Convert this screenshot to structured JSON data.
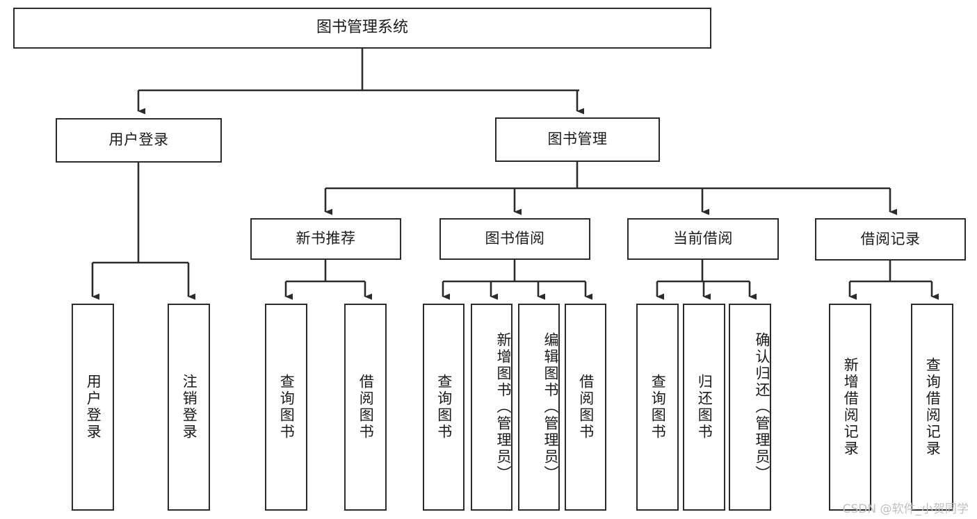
{
  "diagram": {
    "title": "图书管理系统",
    "watermark": "CSDN @软件_小贺同学",
    "stroke_color": "#2b2b2b",
    "fill_color": "#ffffff",
    "text_color": "#1a1a1a",
    "watermark_color": "#bfbfbf",
    "levels": {
      "root": {
        "label": "图书管理系统"
      },
      "level2": [
        {
          "id": "user-login",
          "label": "用户登录"
        },
        {
          "id": "book-manage",
          "label": "图书管理"
        }
      ],
      "level3": [
        {
          "id": "new-book-recommend",
          "label": "新书推荐",
          "parent": "book-manage"
        },
        {
          "id": "book-borrow",
          "label": "图书借阅",
          "parent": "book-manage"
        },
        {
          "id": "current-borrow",
          "label": "当前借阅",
          "parent": "book-manage"
        },
        {
          "id": "borrow-record",
          "label": "借阅记录",
          "parent": "book-manage"
        }
      ],
      "leaves": [
        {
          "id": "leaf-user-login",
          "label": "用户登录",
          "parent": "user-login"
        },
        {
          "id": "leaf-logout-login",
          "label": "注销登录",
          "parent": "user-login"
        },
        {
          "id": "leaf-query-book-1",
          "label": "查询图书",
          "parent": "new-book-recommend"
        },
        {
          "id": "leaf-borrow-book-1",
          "label": "借阅图书",
          "parent": "new-book-recommend"
        },
        {
          "id": "leaf-query-book-2",
          "label": "查询图书",
          "parent": "book-borrow"
        },
        {
          "id": "leaf-add-book",
          "label": "新增图书（管理员）",
          "parent": "book-borrow"
        },
        {
          "id": "leaf-edit-book",
          "label": "编辑图书（管理员）",
          "parent": "book-borrow"
        },
        {
          "id": "leaf-borrow-book-2",
          "label": "借阅图书",
          "parent": "book-borrow"
        },
        {
          "id": "leaf-query-book-3",
          "label": "查询图书",
          "parent": "current-borrow"
        },
        {
          "id": "leaf-return-book",
          "label": "归还图书",
          "parent": "current-borrow"
        },
        {
          "id": "leaf-confirm-return",
          "label": "确认归还（管理员）",
          "parent": "current-borrow"
        },
        {
          "id": "leaf-add-borrow-record",
          "label": "新增借阅记录",
          "parent": "borrow-record"
        },
        {
          "id": "leaf-query-borrow-record",
          "label": "查询借阅记录",
          "parent": "borrow-record"
        }
      ]
    }
  }
}
